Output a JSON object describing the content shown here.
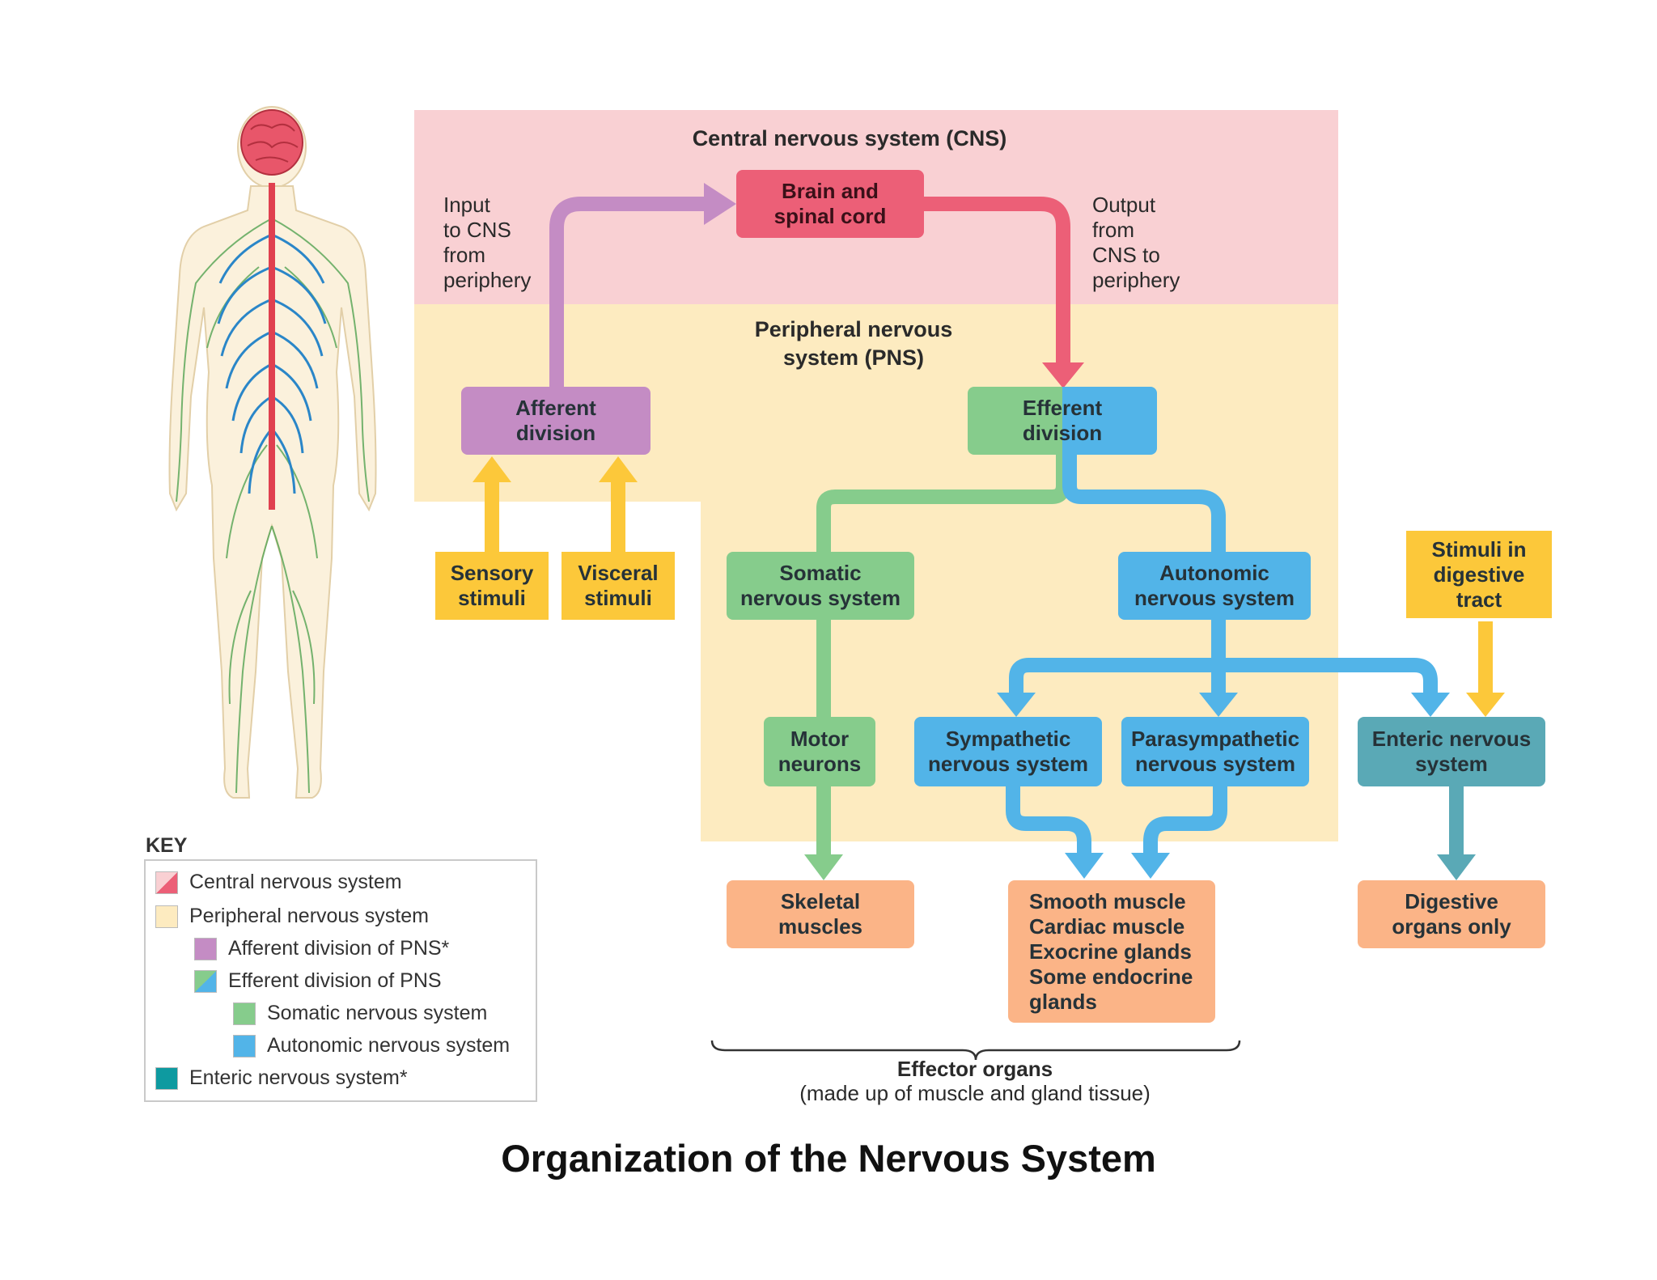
{
  "regions": {
    "cns_label": "Central nervous system (CNS)",
    "pns_label": "Peripheral nervous\nsystem (PNS)"
  },
  "notes": {
    "input": "Input\nto CNS\nfrom\nperiphery",
    "output": "Output\nfrom\nCNS to\nperiphery"
  },
  "boxes": {
    "brain": "Brain and\nspinal cord",
    "afferent": "Afferent\ndivision",
    "efferent": "Efferent\ndivision",
    "sensory": "Sensory\nstimuli",
    "visceral": "Visceral\nstimuli",
    "somatic": "Somatic\nnervous system",
    "autonomic": "Autonomic\nnervous system",
    "digestive_stimuli": "Stimuli in\ndigestive\ntract",
    "motor": "Motor\nneurons",
    "sympathetic": "Sympathetic\nnervous system",
    "parasympathetic": "Parasympathetic\nnervous system",
    "enteric": "Enteric nervous\nsystem",
    "skeletal": "Skeletal\nmuscles",
    "smooth": "Smooth muscle\nCardiac muscle\nExocrine glands\nSome endocrine\n  glands",
    "digestive_organs": "Digestive\norgans only"
  },
  "effector": {
    "title": "Effector organs",
    "subtitle": "(made up of muscle and gland tissue)"
  },
  "key": {
    "title": "KEY",
    "items": [
      "Central nervous system",
      "Peripheral nervous system",
      "Afferent division of PNS*",
      "Efferent division of PNS",
      "Somatic nervous system",
      "Autonomic nervous system",
      "Enteric nervous system*"
    ]
  },
  "colors": {
    "cns": "#ec5f77",
    "cns_region": "#f9d0d3",
    "pns_region": "#fdebc0",
    "afferent": "#c48cc4",
    "somatic": "#86cc8c",
    "autonomic": "#52b4e8",
    "enteric": "#0e9aa0",
    "stimuli": "#fcc83a",
    "effector": "#fbb487"
  },
  "figure_title": "Organization of the Nervous System"
}
